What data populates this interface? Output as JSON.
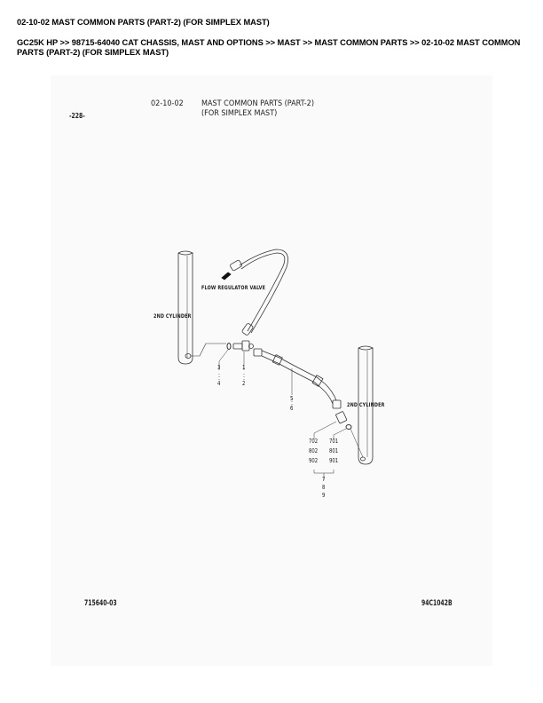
{
  "page": {
    "title": "02-10-02 MAST COMMON PARTS (PART-2) (FOR SIMPLEX MAST)",
    "breadcrumb": "GC25K HP >> 98715-64040 CAT CHASSIS, MAST AND OPTIONS >> MAST >> MAST COMMON PARTS >> 02-10-02 MAST COMMON PARTS (PART-2) (FOR SIMPLEX MAST)"
  },
  "diagram": {
    "page_number": "-228-",
    "section_code": "02-10-02",
    "section_title_line1": "MAST COMMON PARTS (PART-2)",
    "section_title_line2": "(FOR SIMPLEX MAST)",
    "labels": {
      "flow_regulator_valve": "FLOW REGULATOR VALVE",
      "left_cylinder": "2ND CYLINDER",
      "right_cylinder": "2ND CYLINDER"
    },
    "callouts": {
      "group_34": [
        "3",
        "4"
      ],
      "group_12": [
        "1",
        "2"
      ],
      "group_56": [
        "5",
        "6"
      ],
      "left_column": [
        "702",
        "802",
        "902"
      ],
      "right_column": [
        "701",
        "801",
        "901"
      ],
      "group_789": [
        "7",
        "8",
        "9"
      ]
    },
    "footer_left": "715640-03",
    "footer_right": "94C1042B"
  }
}
